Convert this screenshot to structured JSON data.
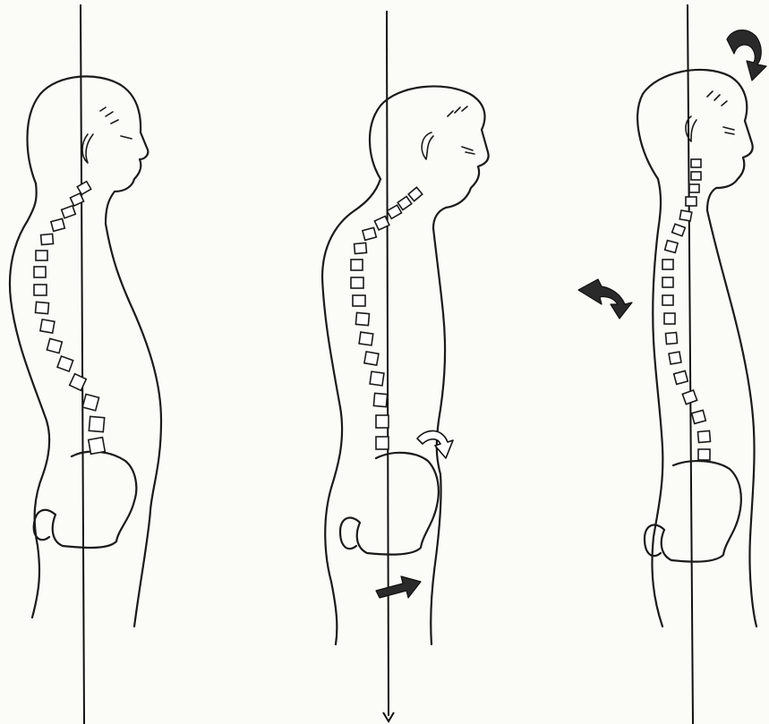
{
  "figures": [
    {
      "id": "posture-1",
      "arrows": []
    },
    {
      "id": "posture-2",
      "arrows": [
        "pelvis-tilt-arrow",
        "hip-shift-arrow"
      ]
    },
    {
      "id": "posture-3",
      "arrows": [
        "head-tilt-arrow",
        "upper-back-arrow"
      ]
    }
  ],
  "colors": {
    "ink": "#1a1a1a",
    "paper": "#fbfbf8"
  }
}
